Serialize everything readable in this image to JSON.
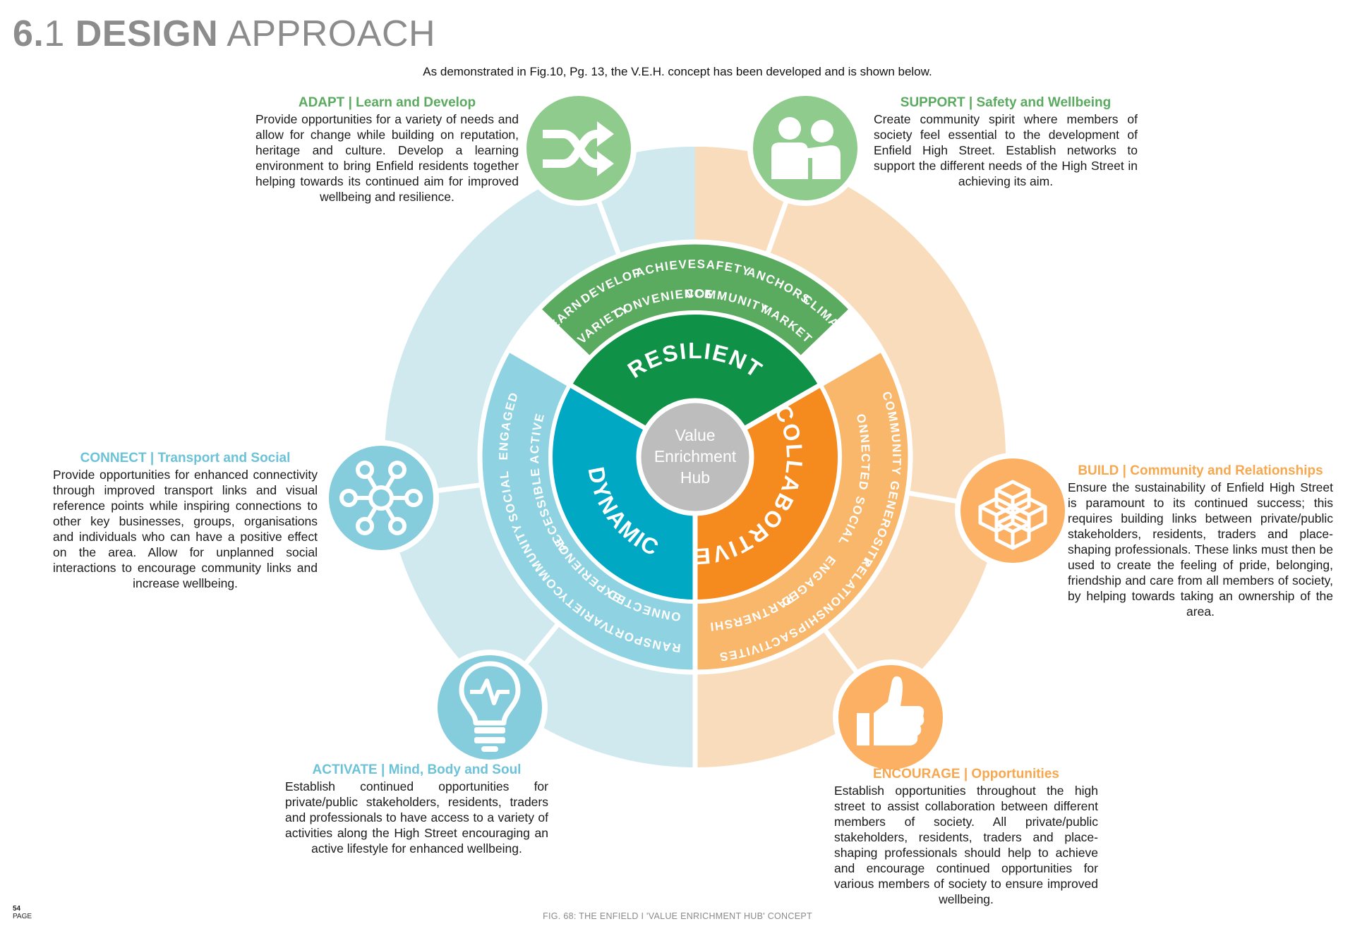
{
  "header": {
    "number_bold": "6.",
    "number_light": "1",
    "title_bold": "DESIGN",
    "title_light": "APPROACH",
    "intro": "As demonstrated in Fig.10, Pg. 13, the V.E.H. concept has been developed and is shown below."
  },
  "colors": {
    "green_dark": "#0f9148",
    "green_mid": "#5aaa5f",
    "green_light": "#d3e8c8",
    "green_icon": "#8fcb8c",
    "green_text": "#5aaa5f",
    "blue_dark": "#00a8c4",
    "blue_mid": "#8fd3e3",
    "blue_light": "#cfe9ef",
    "blue_icon": "#85ccdc",
    "blue_text": "#6cc3d8",
    "orange_dark": "#f58a1f",
    "orange_mid": "#f8b76b",
    "orange_light": "#f9dcbc",
    "orange_icon": "#fbb063",
    "orange_text": "#f7a84f",
    "hub": "#bdbdbd"
  },
  "hub": {
    "lines": [
      "Value",
      "Enrichment",
      "Hub"
    ]
  },
  "segments": {
    "resilient": {
      "label": "RESILIENT",
      "outer_words": [
        "LEARN",
        "DEVELOP",
        "ACHIEVE",
        "SAFETY",
        "ANCHORS",
        "CLIMATE"
      ],
      "inner_words": [
        "VARIETY",
        "CONVENIENCE",
        "COMMUNITY",
        "MARKET"
      ]
    },
    "collaborative": {
      "label": "COLLABORTIVE",
      "outer_words": [
        "COMMUNITY",
        "GENEROSITY",
        "RELATIONSHIPS",
        "ACTIVITES"
      ],
      "inner_words": [
        "CONNECTED",
        "SOCIAL",
        "ENGAGED",
        "PARTNERSHIPS"
      ]
    },
    "dynamic": {
      "label": "DYNAMIC",
      "outer_words": [
        "TRANSPORT",
        "VARIETY",
        "COMMUNITY",
        "SOCIAL",
        "ENGAGED"
      ],
      "inner_words": [
        "CONNECTED",
        "EXPERIENCE",
        "ACCESSIBLE",
        "ACTIVE"
      ]
    }
  },
  "icons": {
    "adapt": "shuffle-icon",
    "support": "people-support-icon",
    "build": "cubes-icon",
    "encourage": "thumbs-up-icon",
    "activate": "lightbulb-icon",
    "connect": "network-icon"
  },
  "blocks": {
    "adapt": {
      "heading": "ADAPT | Learn and Develop",
      "body": "Provide opportunities for a variety of needs and allow for change while building on reputation, heritage and culture. Develop a learning environment to bring Enfield residents together helping towards its continued aim for improved wellbeing and resilience."
    },
    "support": {
      "heading": "SUPPORT | Safety and Wellbeing",
      "body": "Create community spirit where members of society feel essential to the development of Enfield High Street. Establish networks to support the different needs of the High Street in achieving its aim."
    },
    "connect": {
      "heading": "CONNECT | Transport and Social",
      "body": "Provide opportunities for enhanced connectivity through improved transport links and visual reference points while inspiring connections to other key businesses, groups, organisations and individuals who can have a positive effect on the area. Allow for unplanned social interactions to encourage community links and increase wellbeing."
    },
    "build": {
      "heading": "BUILD | Community and Relationships",
      "body": "Ensure the sustainability of Enfield High Street is paramount to its continued success; this requires building links between private/public stakeholders, residents, traders and place-shaping professionals. These links must then be used to create the feeling of pride, belonging, friendship and care from all members of society, by helping towards taking an ownership of the area."
    },
    "activate": {
      "heading": "ACTIVATE | Mind, Body and Soul",
      "body": "Establish continued opportunities for private/public stakeholders, residents, traders and professionals to have access to a variety of activities along the High Street encouraging an active lifestyle for enhanced wellbeing."
    },
    "encourage": {
      "heading": "ENCOURAGE | Opportunities",
      "body": "Establish opportunities throughout the high street to assist collaboration between different members of society. All private/public stakeholders, residents, traders and place-shaping professionals should help to achieve and encourage continued opportunities for various members of society to ensure improved wellbeing."
    }
  },
  "footer": {
    "page_number": "54",
    "page_label": "PAGE",
    "caption": "FIG. 68: THE ENFIELD I 'VALUE  ENRICHMENT HUB' CONCEPT"
  }
}
